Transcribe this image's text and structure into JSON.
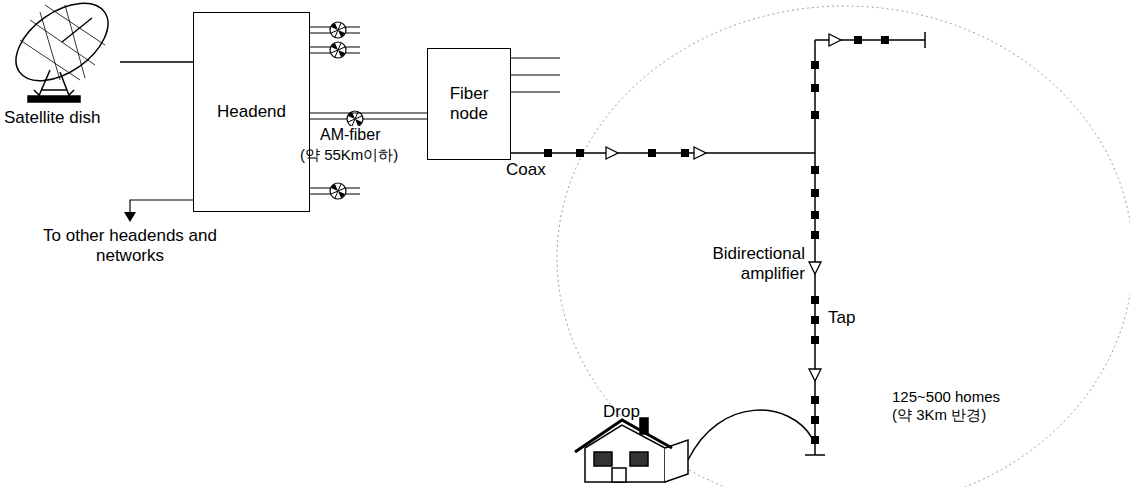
{
  "diagram": {
    "nodes": [
      {
        "text": [
          "Headend"
        ]
      },
      {
        "text": [
          "Fiber node"
        ]
      }
    ],
    "edges": [
      {
        "from": 0,
        "to": 1,
        "label": "AM-fiber",
        "arrow": "none"
      }
    ],
    "labels": [
      "Satellite dish",
      "To other headends and networks",
      "(약 55Km이하)",
      "Coax",
      "Bidirectional amplifier",
      "Tap",
      "Drop",
      "125~500 homes (약 3Km 반경)"
    ]
  }
}
